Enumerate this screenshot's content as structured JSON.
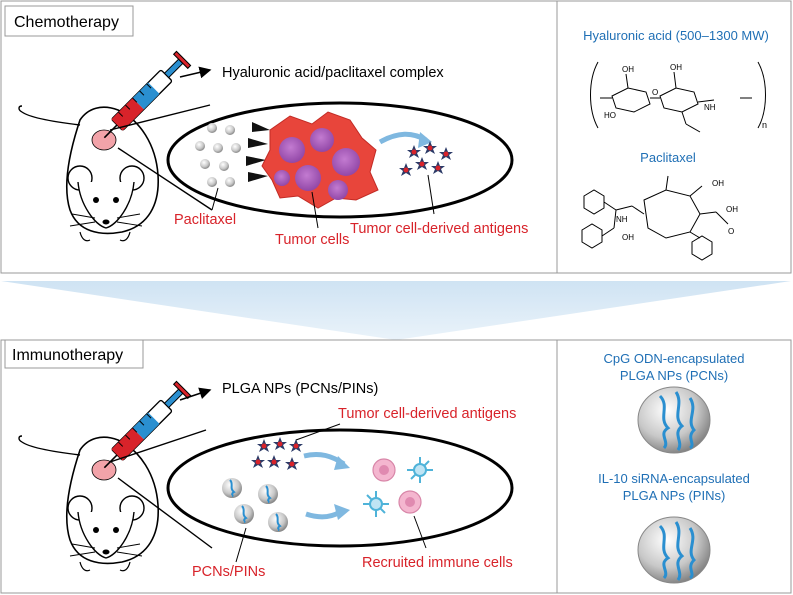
{
  "colors": {
    "accent_red": "#d8232a",
    "accent_blue": "#1f6fb5",
    "panel_border": "#999999",
    "arrow_blue": "#7fb8e0"
  },
  "chemo": {
    "title": "Chemotherapy",
    "injection_label": "Hyaluronic acid/paclitaxel complex",
    "label_paclitaxel": "Paclitaxel",
    "label_tumor_cells": "Tumor cells",
    "label_antigens": "Tumor cell-derived antigens",
    "side_title_1": "Hyaluronic acid (500–1300 MW)",
    "side_title_2": "Paclitaxel",
    "chem": {
      "ha_n": "n",
      "oh": "OH",
      "o": "O",
      "ho": "HO",
      "nh": "NH"
    }
  },
  "immuno": {
    "title": "Immunotherapy",
    "injection_label": "PLGA NPs (PCNs/PINs)",
    "label_antigens": "Tumor cell-derived antigens",
    "label_pcns": "PCNs/PINs",
    "label_immune": "Recruited immune cells",
    "side_title_1a": "CpG ODN-encapsulated",
    "side_title_1b": "PLGA NPs (PCNs)",
    "side_title_2a": "IL-10 siRNA-encapsulated",
    "side_title_2b": "PLGA NPs (PINs)"
  }
}
